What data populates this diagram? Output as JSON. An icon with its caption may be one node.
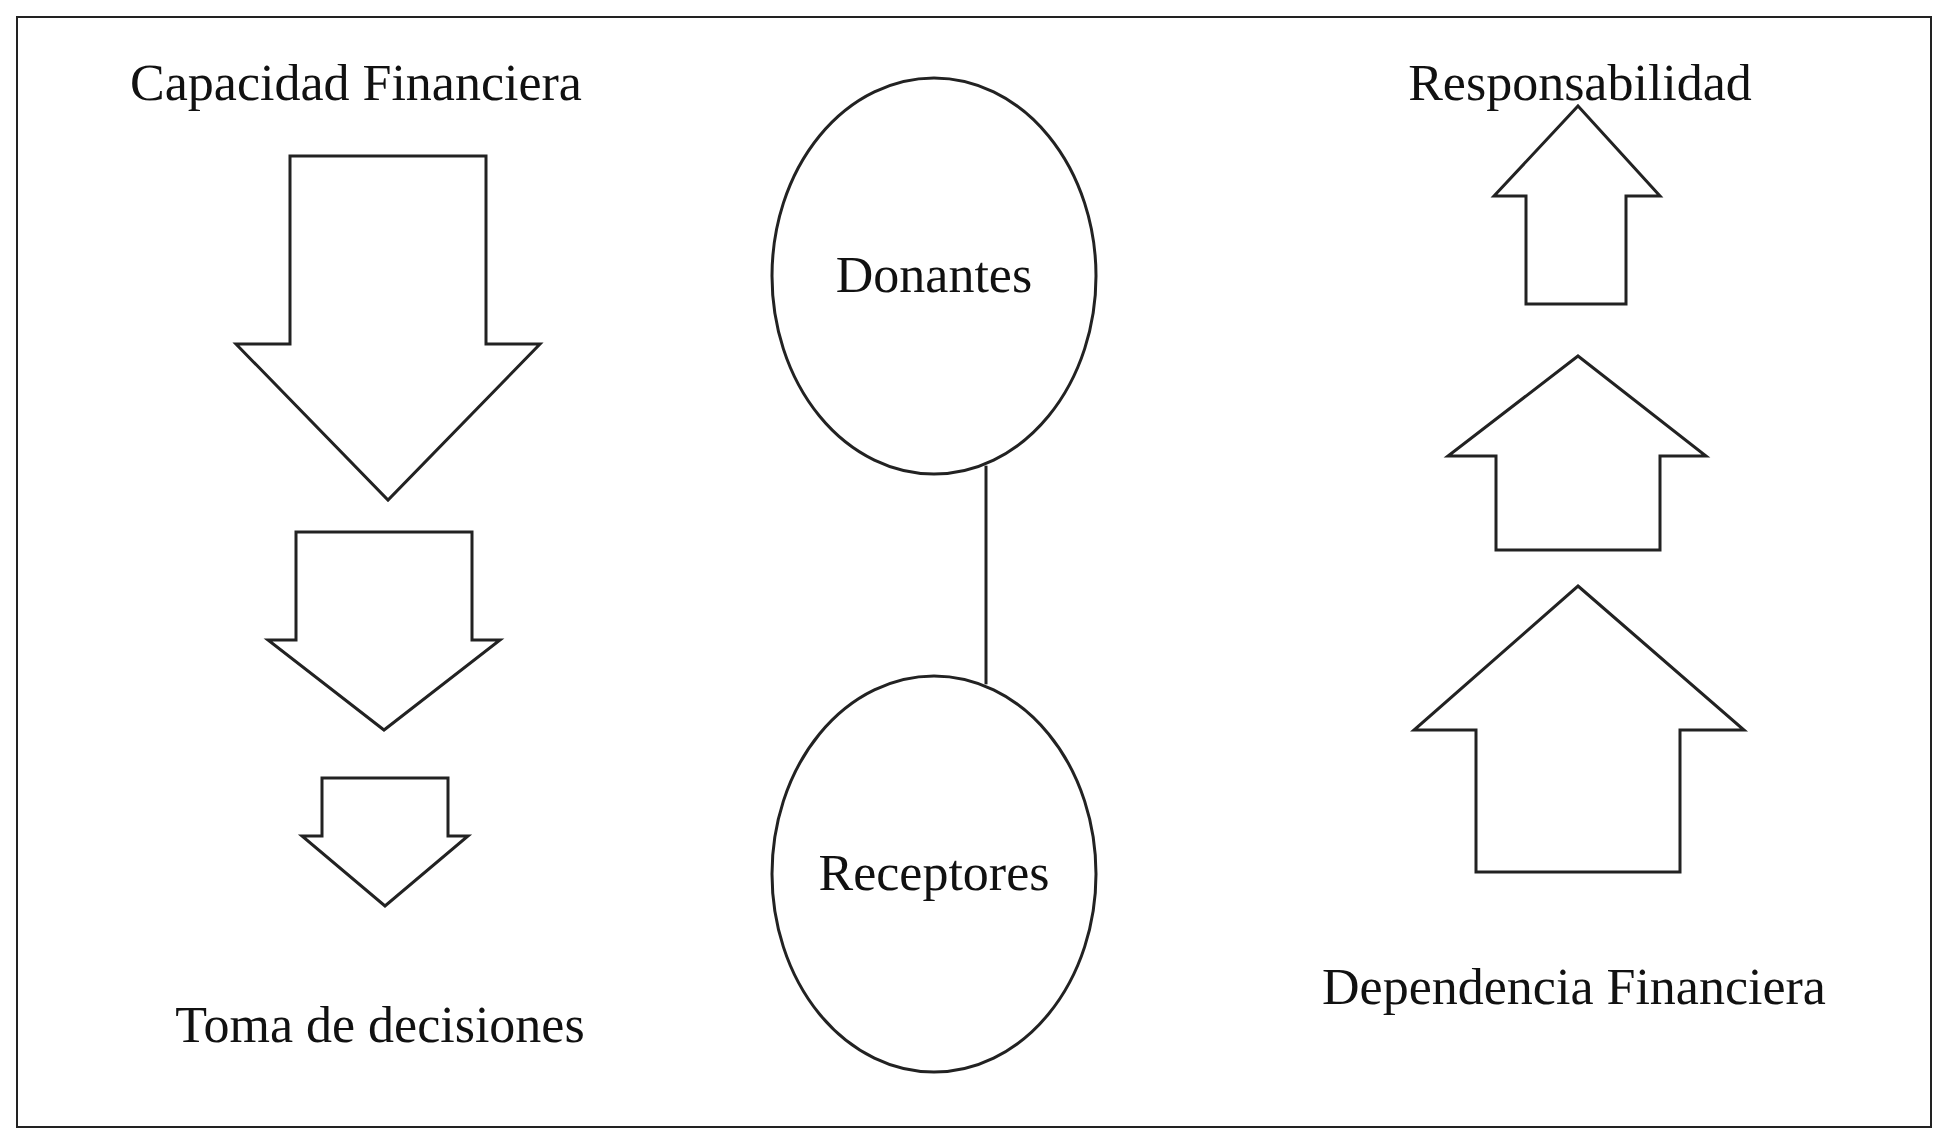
{
  "diagram": {
    "nodes": [
      {
        "text": [
          "Donantes"
        ]
      },
      {
        "text": [
          "Receptores"
        ]
      }
    ],
    "edges": [
      {
        "from": 0,
        "to": 1,
        "arrow": "none"
      }
    ],
    "labels": [
      "Capacidad Financiera",
      "Responsabilidad",
      "Toma de decisiones",
      "Dependencia Financiera"
    ]
  }
}
